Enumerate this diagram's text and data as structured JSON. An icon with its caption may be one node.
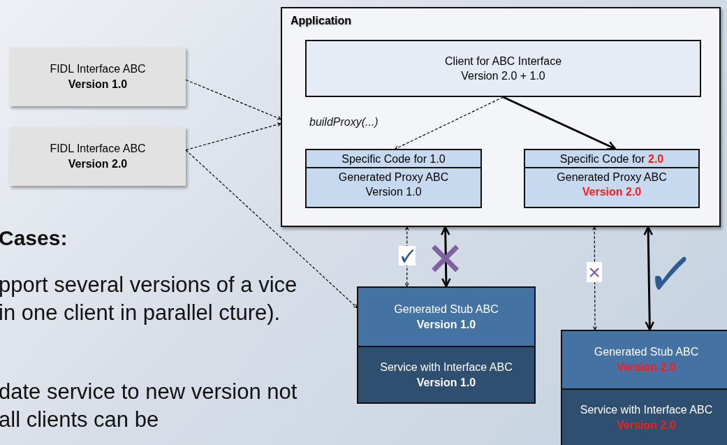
{
  "diagram": {
    "nodes": [
      {
        "text": [
          "FIDL Interface ABC **Version 1.0**"
        ]
      },
      {
        "text": [
          "FIDL Interface ABC **Version 2.0**"
        ]
      },
      {
        "text": [
          "Application"
        ]
      },
      {
        "text": [
          "Client for ABC Interface Version 2.0 + 1.0"
        ],
        "in": 2
      },
      {
        "text": [
          "Specific Code for 1.0",
          "Generated Proxy ABC Version 1.0"
        ],
        "in": 2
      },
      {
        "text": [
          "Specific Code for **2.0**",
          "Generated Proxy ABC **Version 2.0**"
        ],
        "in": 2
      },
      {
        "text": [
          "Generated Stub ABC **Version 1.0**",
          "Service with Interface ABC **Version 1.0**"
        ]
      },
      {
        "text": [
          "Generated Stub ABC **Version 2.0**",
          "Service with Interface ABC **Version 2.0**"
        ]
      }
    ],
    "edges": [
      {
        "from": 0,
        "to": 2,
        "arrow": "to",
        "style": "dashed"
      },
      {
        "from": 1,
        "to": 2,
        "arrow": "to",
        "style": "dashed"
      },
      {
        "from": 1,
        "to": 6,
        "arrow": "to",
        "style": "dashed"
      },
      {
        "from": 3,
        "to": 4,
        "arrow": "to",
        "style": "dashed",
        "label": "buildProxy(...)"
      },
      {
        "from": 3,
        "to": 5,
        "arrow": "to",
        "style": "thick"
      },
      {
        "from": 2,
        "to": 6,
        "arrow": "both",
        "style": "dashed"
      },
      {
        "from": 2,
        "to": 6,
        "arrow": "both",
        "style": "thick"
      },
      {
        "from": 2,
        "to": 7,
        "arrow": "both",
        "style": "dashed"
      },
      {
        "from": 2,
        "to": 7,
        "arrow": "both",
        "style": "thick"
      }
    ],
    "labels": [
      "Cases:",
      "pport several versions of a vice in one client in parallel cture).",
      "date service to new version not all clients can be"
    ]
  }
}
